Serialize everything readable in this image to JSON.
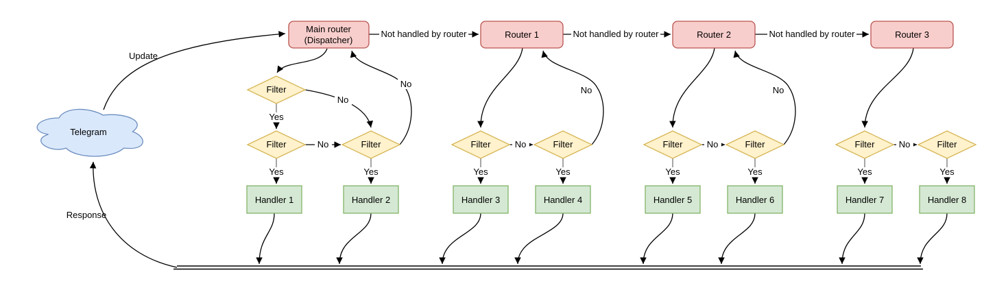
{
  "colors": {
    "background": "#ffffff",
    "cloud-fill": "#dae8fc",
    "cloud-stroke": "#6c8ebf",
    "router-fill": "#f8cecc",
    "router-stroke": "#b85450",
    "filter-fill": "#fff2cc",
    "filter-stroke": "#d6b656",
    "handler-fill": "#d5e8d4",
    "handler-stroke": "#82b366",
    "edge": "#000000",
    "stub": "#808080",
    "label": "#000000"
  },
  "cloud": {
    "label": "Telegram"
  },
  "routers": {
    "main": {
      "line1": "Main router",
      "line2": "(Dispatcher)"
    },
    "r1": {
      "label": "Router 1"
    },
    "r2": {
      "label": "Router 2"
    },
    "r3": {
      "label": "Router 3"
    }
  },
  "filter_label": "Filter",
  "handlers": [
    "Handler 1",
    "Handler 2",
    "Handler 3",
    "Handler 4",
    "Handler 5",
    "Handler 6",
    "Handler 7",
    "Handler 8"
  ],
  "edge_labels": {
    "update": "Update",
    "response": "Response",
    "not_handled": "Not handled by router",
    "yes": "Yes",
    "no": "No"
  }
}
